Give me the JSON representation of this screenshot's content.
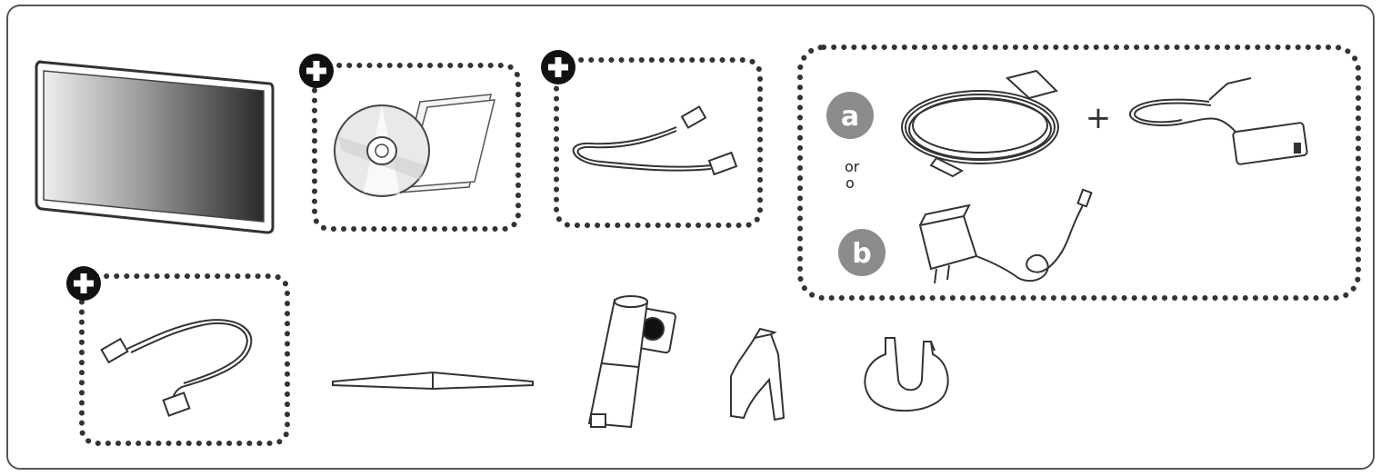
{
  "colors": {
    "frame_stroke": "#555555",
    "dot_border": "#333333",
    "line_art": "#333333",
    "badge_fill": "#8c8c8c",
    "add_icon_fill": "#111111"
  },
  "icons": {
    "optional_marker": "plus-circle-icon"
  },
  "labels": {
    "option_a": "a",
    "option_b": "b",
    "or_line1": "or",
    "or_line2": "o",
    "plus_between": "+"
  }
}
